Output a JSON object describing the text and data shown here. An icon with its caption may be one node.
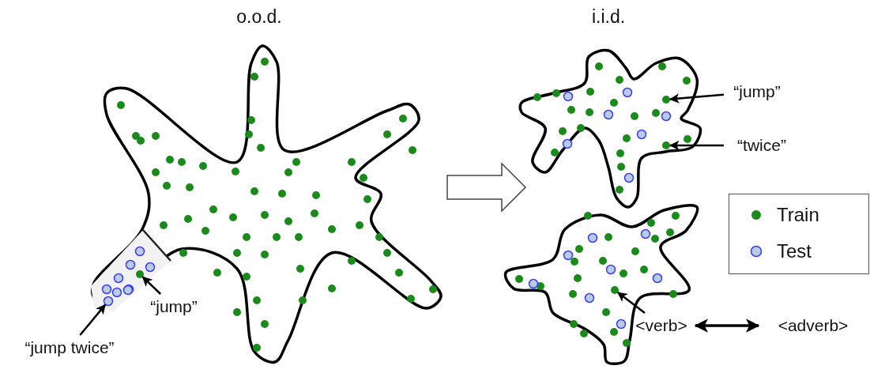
{
  "diagram": {
    "nodes": [
      {
        "text": [],
        "shape": "cloud"
      },
      {
        "text": [],
        "shape": "box",
        "in": 0
      },
      {
        "text": [
          "“jump twice”"
        ]
      },
      {
        "text": [
          "“jump”"
        ]
      },
      {
        "text": [],
        "shape": "circle",
        "in": 1
      },
      {
        "text": [],
        "shape": "circle",
        "in": 1
      },
      {
        "text": [],
        "shape": "cloud"
      },
      {
        "text": [],
        "shape": "circle",
        "in": 6
      },
      {
        "text": [],
        "shape": "circle",
        "in": 6
      },
      {
        "text": [
          "“jump”"
        ]
      },
      {
        "text": [
          "“twice”"
        ]
      },
      {
        "text": [],
        "shape": "cloud"
      },
      {
        "text": [],
        "shape": "circle",
        "in": 11
      },
      {
        "text": [
          "<verb>"
        ]
      },
      {
        "text": [
          "<adverb>"
        ]
      }
    ],
    "edges": [
      {
        "from": 2,
        "to": 5,
        "arrow": "to"
      },
      {
        "from": 3,
        "to": 4,
        "arrow": "to"
      },
      {
        "from": 0,
        "to": null,
        "arrow": "to",
        "style": "thick"
      },
      {
        "from": 9,
        "to": 7,
        "arrow": "to"
      },
      {
        "from": 10,
        "to": 8,
        "arrow": "to"
      },
      {
        "from": 13,
        "to": 12,
        "arrow": "to"
      },
      {
        "from": 13,
        "to": 14,
        "arrow": "both"
      }
    ],
    "labels": [
      "o.o.d.",
      "i.i.d."
    ],
    "legend": [
      {
        "text": "Train",
        "color": "#1a8a1a"
      },
      {
        "text": "Test",
        "color": "#b8cce4"
      }
    ]
  }
}
